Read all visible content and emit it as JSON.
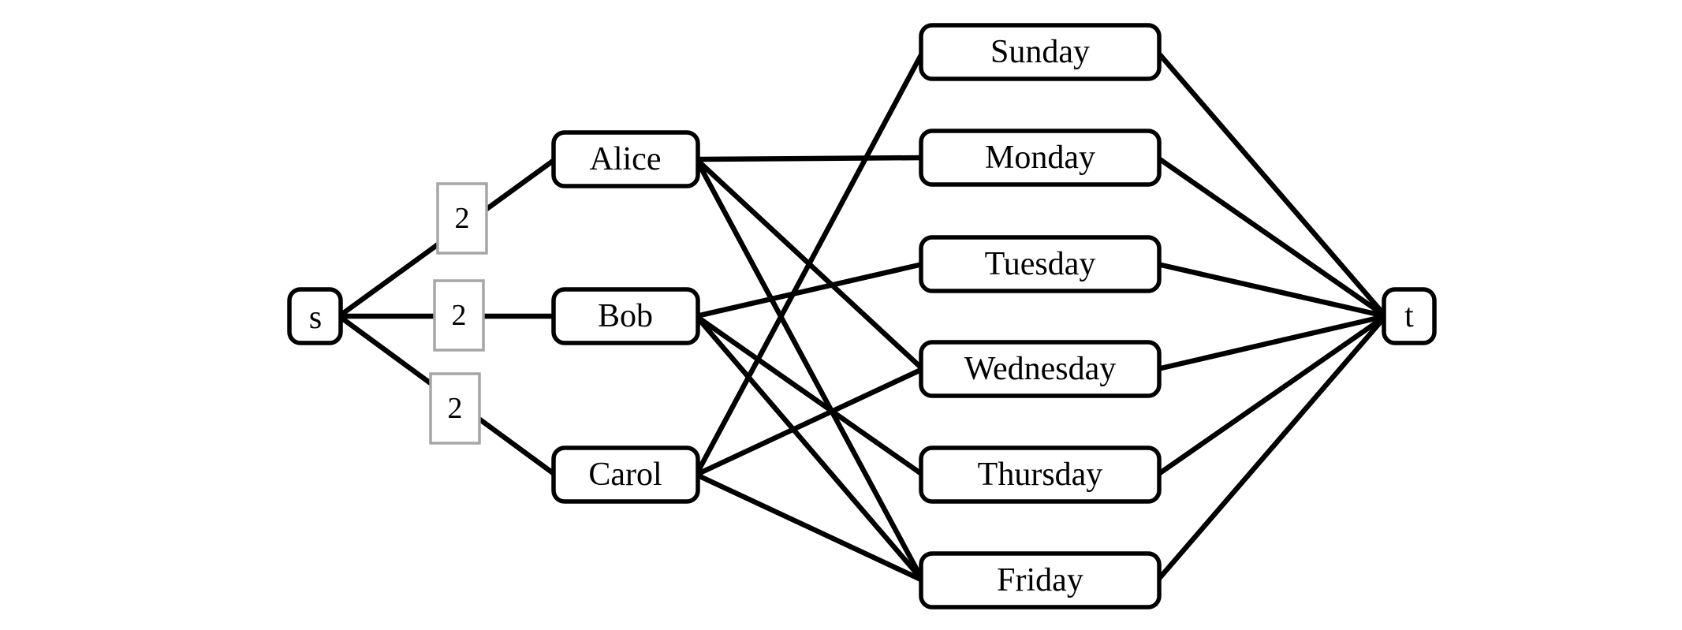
{
  "nodes": {
    "s": "s",
    "alice": "Alice",
    "bob": "Bob",
    "carol": "Carol",
    "sunday": "Sunday",
    "monday": "Monday",
    "tuesday": "Tuesday",
    "wednesday": "Wednesday",
    "thursday": "Thursday",
    "friday": "Friday",
    "t": "t"
  },
  "capacities": {
    "s_alice": "2",
    "s_bob": "2",
    "s_carol": "2"
  },
  "edges": [
    [
      "s",
      "alice"
    ],
    [
      "s",
      "bob"
    ],
    [
      "s",
      "carol"
    ],
    [
      "alice",
      "monday"
    ],
    [
      "alice",
      "wednesday"
    ],
    [
      "alice",
      "friday"
    ],
    [
      "bob",
      "tuesday"
    ],
    [
      "bob",
      "thursday"
    ],
    [
      "bob",
      "friday"
    ],
    [
      "carol",
      "sunday"
    ],
    [
      "carol",
      "wednesday"
    ],
    [
      "carol",
      "friday"
    ],
    [
      "sunday",
      "t"
    ],
    [
      "monday",
      "t"
    ],
    [
      "tuesday",
      "t"
    ],
    [
      "wednesday",
      "t"
    ],
    [
      "thursday",
      "t"
    ],
    [
      "friday",
      "t"
    ]
  ]
}
